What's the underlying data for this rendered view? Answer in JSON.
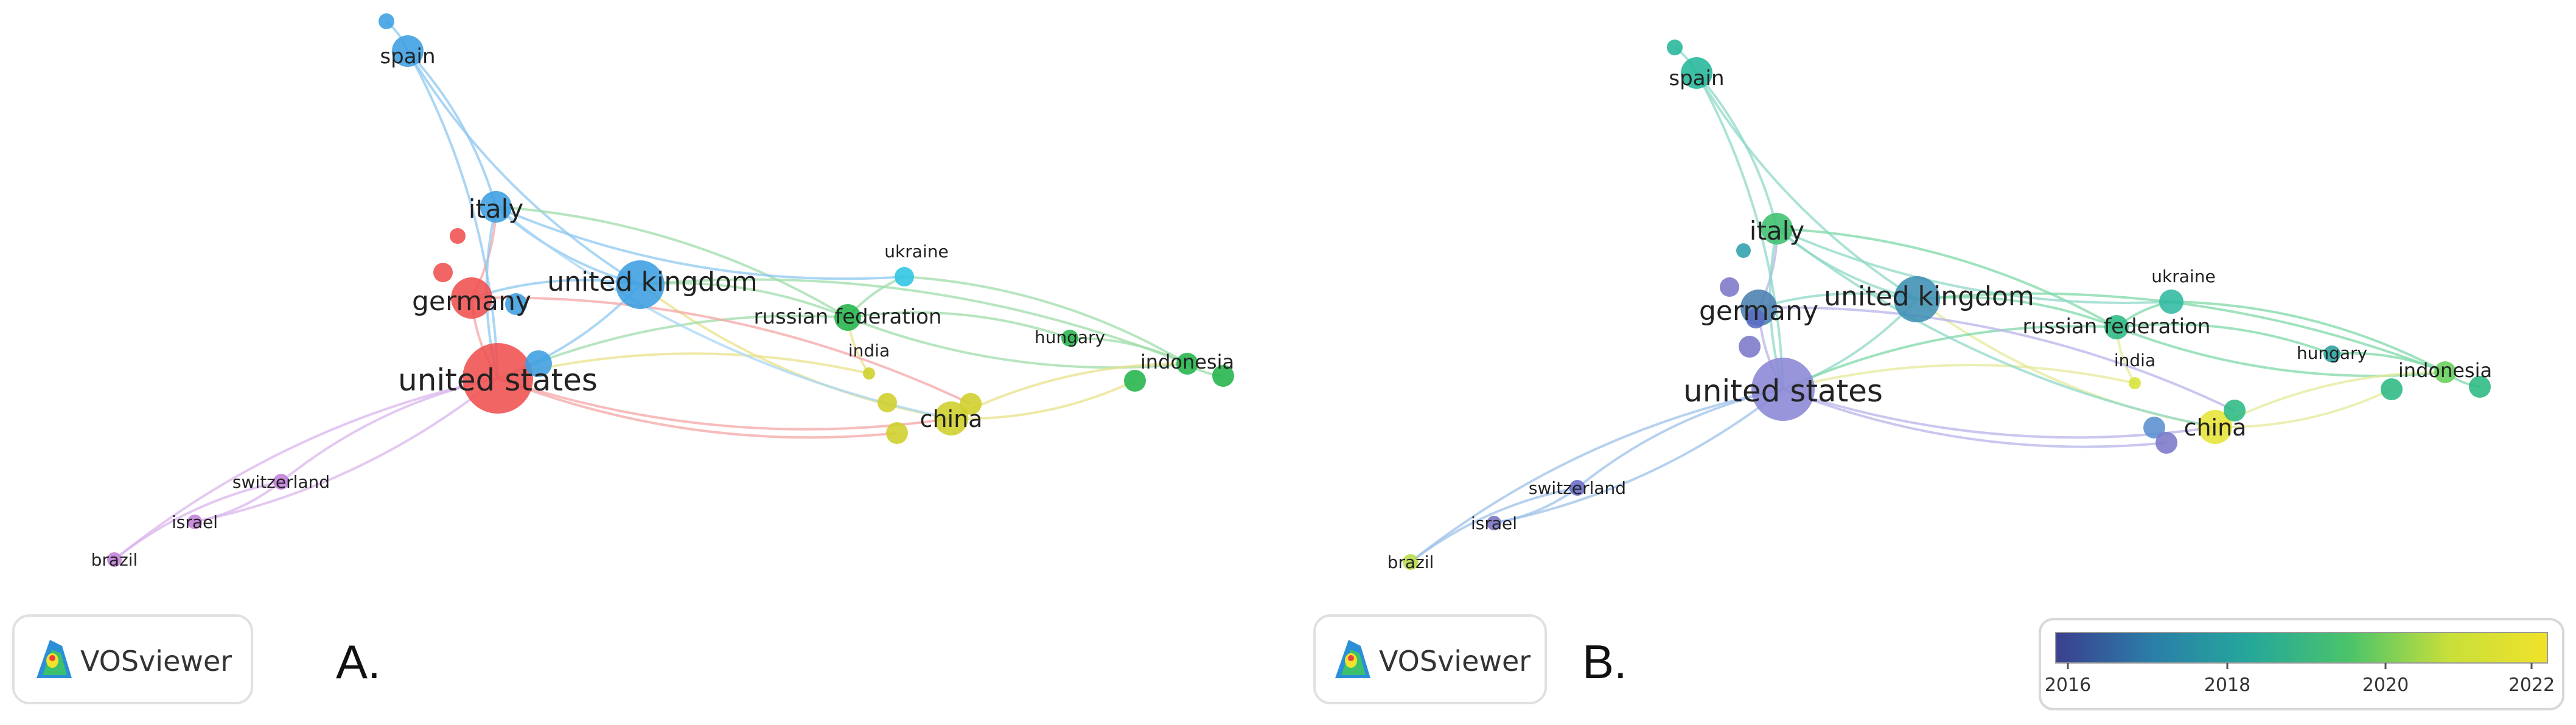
{
  "panels": [
    {
      "letter": "A.",
      "logo_text": "VOSviewer",
      "nodes": [
        {
          "id": "spain",
          "label": "spain",
          "color": "#3b9ee0"
        },
        {
          "id": "spain_small",
          "label": "",
          "color": "#3b9ee0"
        },
        {
          "id": "italy",
          "label": "italy",
          "color": "#3b9ee0"
        },
        {
          "id": "united_kingdom",
          "label": "united kingdom",
          "color": "#3b9ee0"
        },
        {
          "id": "germany",
          "label": "germany",
          "color": "#f05050"
        },
        {
          "id": "united_states",
          "label": "united states",
          "color": "#f05050"
        },
        {
          "id": "red_small_1",
          "label": "",
          "color": "#f05050"
        },
        {
          "id": "red_small_2",
          "label": "",
          "color": "#f05050"
        },
        {
          "id": "blue_small_1",
          "label": "",
          "color": "#3b9ee0"
        },
        {
          "id": "blue_small_2",
          "label": "",
          "color": "#3b9ee0"
        },
        {
          "id": "russian_federation",
          "label": "russian federation",
          "color": "#22b44a"
        },
        {
          "id": "ukraine",
          "label": "ukraine",
          "color": "#2ec5e5"
        },
        {
          "id": "hungary",
          "label": "hungary",
          "color": "#22b44a"
        },
        {
          "id": "indonesia",
          "label": "indonesia",
          "color": "#22b44a"
        },
        {
          "id": "green_small_1",
          "label": "",
          "color": "#22b44a"
        },
        {
          "id": "green_small_2",
          "label": "",
          "color": "#22b44a"
        },
        {
          "id": "india",
          "label": "india",
          "color": "#cfcf2a"
        },
        {
          "id": "china",
          "label": "china",
          "color": "#cfcf2a"
        },
        {
          "id": "yellow_small_1",
          "label": "",
          "color": "#cfcf2a"
        },
        {
          "id": "yellow_small_2",
          "label": "",
          "color": "#cfcf2a"
        },
        {
          "id": "yellow_small_3",
          "label": "",
          "color": "#cfcf2a"
        },
        {
          "id": "switzerland",
          "label": "switzerland",
          "color": "#c27ed8"
        },
        {
          "id": "israel",
          "label": "israel",
          "color": "#c27ed8"
        },
        {
          "id": "brazil",
          "label": "brazil",
          "color": "#c27ed8"
        }
      ]
    },
    {
      "letter": "B.",
      "logo_text": "VOSviewer",
      "nodes": [
        {
          "id": "spain",
          "label": "spain",
          "color": "#23b69a"
        },
        {
          "id": "spain_small",
          "label": "",
          "color": "#23b69a"
        },
        {
          "id": "italy",
          "label": "italy",
          "color": "#3cc06e"
        },
        {
          "id": "united_kingdom",
          "label": "united kingdom",
          "color": "#3f8fb4"
        },
        {
          "id": "germany",
          "label": "germany",
          "color": "#4a7fb0"
        },
        {
          "id": "united_states",
          "label": "united states",
          "color": "#8b86d6"
        },
        {
          "id": "red_small_1",
          "label": "",
          "color": "#7b78c8"
        },
        {
          "id": "red_small_2",
          "label": "",
          "color": "#2f9fae"
        },
        {
          "id": "blue_small_1",
          "label": "",
          "color": "#5a6cc2"
        },
        {
          "id": "blue_small_2",
          "label": "",
          "color": "#7b78c8"
        },
        {
          "id": "russian_federation",
          "label": "russian federation",
          "color": "#2bb883"
        },
        {
          "id": "ukraine",
          "label": "ukraine",
          "color": "#2fb9a0"
        },
        {
          "id": "hungary",
          "label": "hungary",
          "color": "#2aa19c"
        },
        {
          "id": "indonesia",
          "label": "indonesia",
          "color": "#67cf5a"
        },
        {
          "id": "green_small_1",
          "label": "",
          "color": "#2bb883"
        },
        {
          "id": "green_small_2",
          "label": "",
          "color": "#2bb883"
        },
        {
          "id": "india",
          "label": "india",
          "color": "#d6e23a"
        },
        {
          "id": "china",
          "label": "china",
          "color": "#e6e436"
        },
        {
          "id": "yellow_small_1",
          "label": "",
          "color": "#2bb883"
        },
        {
          "id": "yellow_small_2",
          "label": "",
          "color": "#5a8fd0"
        },
        {
          "id": "yellow_small_3",
          "label": "",
          "color": "#7b78c8"
        },
        {
          "id": "switzerland",
          "label": "switzerland",
          "color": "#6a6ac8"
        },
        {
          "id": "israel",
          "label": "israel",
          "color": "#7870c0"
        },
        {
          "id": "brazil",
          "label": "brazil",
          "color": "#b8dc4a"
        }
      ],
      "colorbar": {
        "ticks": [
          "2016",
          "2018",
          "2020",
          "2022"
        ],
        "gradient": [
          "#3b3f8f",
          "#2a7fa8",
          "#25a89a",
          "#4cc46a",
          "#c8df3a",
          "#f0e22a"
        ]
      }
    }
  ],
  "edge_colors": {
    "panel_a": [
      "#8ec8f0",
      "#f4a6a6",
      "#9fdcaa",
      "#e8e28a",
      "#d9b6ec",
      "#a8d6f5"
    ],
    "panel_b": [
      "#8fd8c8",
      "#b7b4ea",
      "#7fd8a8",
      "#e6ea9a",
      "#9dc2e8"
    ]
  }
}
